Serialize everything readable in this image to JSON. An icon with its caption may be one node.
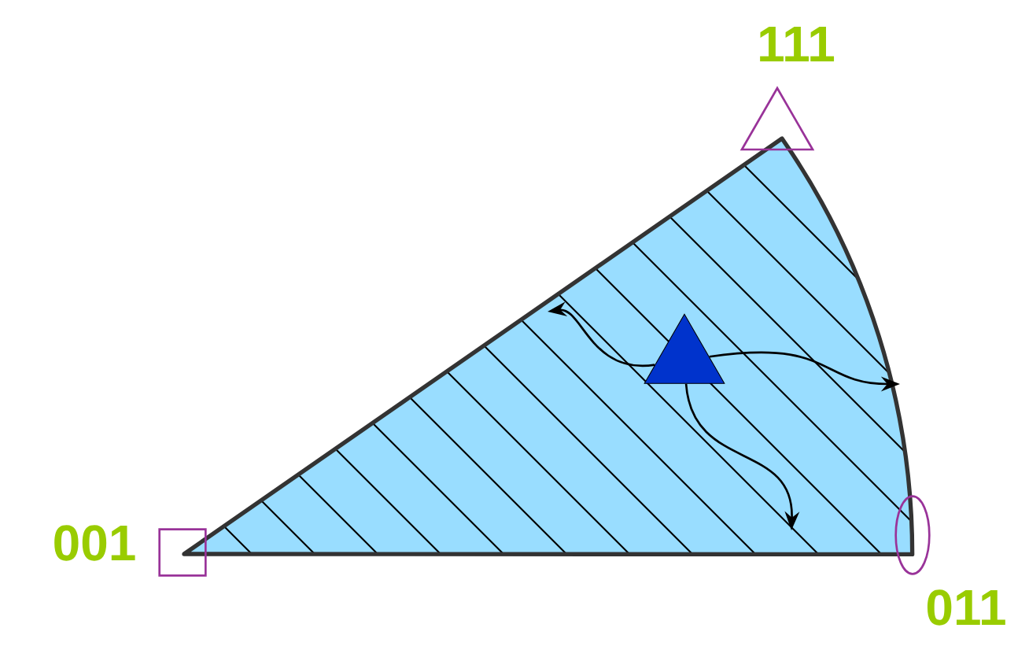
{
  "diagram": {
    "nodes": [
      {
        "text": [],
        "shape": "triangle",
        "beside": [
          "111"
        ]
      },
      {
        "text": [],
        "shape": "triangle"
      },
      {
        "text": [],
        "shape": "box",
        "beside": [
          "001"
        ]
      },
      {
        "text": [],
        "shape": "ellipse",
        "beside": [
          "011"
        ]
      }
    ],
    "edges": [
      {
        "from": 1,
        "to": null,
        "arrow": "to"
      },
      {
        "from": 1,
        "to": null,
        "arrow": "to"
      },
      {
        "from": 1,
        "to": null,
        "arrow": "to"
      }
    ]
  }
}
